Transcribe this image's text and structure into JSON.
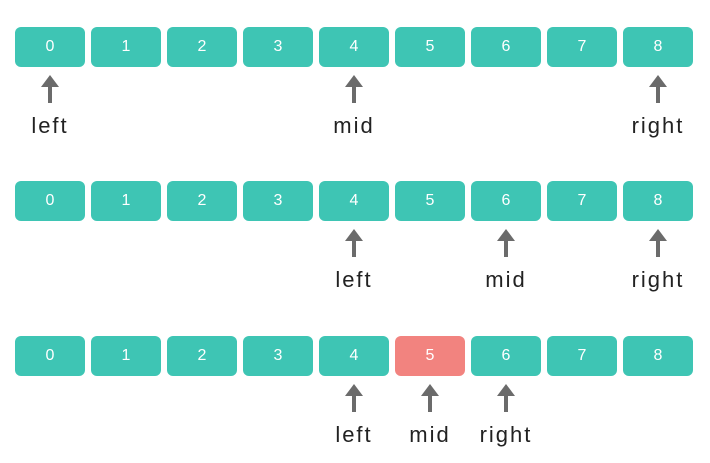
{
  "colors": {
    "cell": "#3ec5b4",
    "highlight": "#f2837f",
    "arrow": "#6b6b6b"
  },
  "rows": [
    {
      "cells": [
        "0",
        "1",
        "2",
        "3",
        "4",
        "5",
        "6",
        "7",
        "8"
      ],
      "highlight_index": null,
      "pointers": [
        {
          "label": "left",
          "index": 0
        },
        {
          "label": "mid",
          "index": 4
        },
        {
          "label": "right",
          "index": 8
        }
      ]
    },
    {
      "cells": [
        "0",
        "1",
        "2",
        "3",
        "4",
        "5",
        "6",
        "7",
        "8"
      ],
      "highlight_index": null,
      "pointers": [
        {
          "label": "left",
          "index": 4
        },
        {
          "label": "mid",
          "index": 6
        },
        {
          "label": "right",
          "index": 8
        }
      ]
    },
    {
      "cells": [
        "0",
        "1",
        "2",
        "3",
        "4",
        "5",
        "6",
        "7",
        "8"
      ],
      "highlight_index": 5,
      "pointers": [
        {
          "label": "left",
          "index": 4
        },
        {
          "label": "mid",
          "index": 5
        },
        {
          "label": "right",
          "index": 6
        }
      ]
    }
  ]
}
